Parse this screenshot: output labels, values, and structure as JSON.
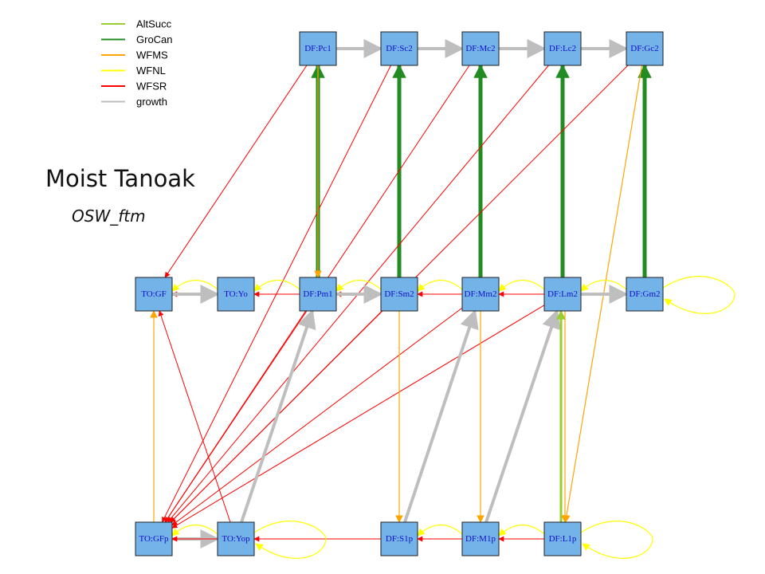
{
  "title": "Moist Tanoak",
  "subtitle": "OSW_ftm",
  "legend": [
    {
      "label": "AltSucc",
      "color": "#9acd32"
    },
    {
      "label": "GroCan",
      "color": "#228b22"
    },
    {
      "label": "WFMS",
      "color": "#ffa500"
    },
    {
      "label": "WFNL",
      "color": "#ffff00"
    },
    {
      "label": "WFSR",
      "color": "#ff0000"
    },
    {
      "label": "growth",
      "color": "#bebebe"
    }
  ],
  "nodes": [
    {
      "id": "pc1",
      "label": "DF:Pc1"
    },
    {
      "id": "sc2",
      "label": "DF:Sc2"
    },
    {
      "id": "mc2",
      "label": "DF:Mc2"
    },
    {
      "id": "lc2",
      "label": "DF:Lc2"
    },
    {
      "id": "gc2",
      "label": "DF:Gc2"
    },
    {
      "id": "gf",
      "label": "TO:GF"
    },
    {
      "id": "yo",
      "label": "TO:Yo"
    },
    {
      "id": "pm1",
      "label": "DF:Pm1"
    },
    {
      "id": "sm2",
      "label": "DF:Sm2"
    },
    {
      "id": "mm2",
      "label": "DF:Mm2"
    },
    {
      "id": "lm2",
      "label": "DF:Lm2"
    },
    {
      "id": "gm2",
      "label": "DF:Gm2"
    },
    {
      "id": "gfp",
      "label": "TO:GFp"
    },
    {
      "id": "yop",
      "label": "TO:Yop"
    },
    {
      "id": "s1p",
      "label": "DF:S1p"
    },
    {
      "id": "m1p",
      "label": "DF:M1p"
    },
    {
      "id": "l1p",
      "label": "DF:L1p"
    }
  ],
  "edges": [
    {
      "from": "pc1",
      "to": "sc2",
      "type": "growth"
    },
    {
      "from": "sc2",
      "to": "mc2",
      "type": "growth"
    },
    {
      "from": "mc2",
      "to": "lc2",
      "type": "growth"
    },
    {
      "from": "lc2",
      "to": "gc2",
      "type": "growth"
    },
    {
      "from": "pm1",
      "to": "pc1",
      "type": "GroCan"
    },
    {
      "from": "sm2",
      "to": "sc2",
      "type": "GroCan"
    },
    {
      "from": "mm2",
      "to": "mc2",
      "type": "GroCan"
    },
    {
      "from": "lm2",
      "to": "lc2",
      "type": "GroCan"
    },
    {
      "from": "gm2",
      "to": "gc2",
      "type": "GroCan"
    },
    {
      "from": "pc1",
      "to": "gf",
      "type": "WFSR"
    },
    {
      "from": "sc2",
      "to": "gfp",
      "type": "WFSR"
    },
    {
      "from": "mc2",
      "to": "gfp",
      "type": "WFSR"
    },
    {
      "from": "lc2",
      "to": "gfp",
      "type": "WFSR"
    },
    {
      "from": "gc2",
      "to": "gfp",
      "type": "WFSR"
    },
    {
      "from": "pc1",
      "to": "pm1",
      "type": "WFMS"
    },
    {
      "from": "gc2",
      "to": "l1p",
      "type": "WFMS"
    },
    {
      "from": "yo",
      "to": "gf",
      "type": "WFSR"
    },
    {
      "from": "pm1",
      "to": "yo",
      "type": "WFSR"
    },
    {
      "from": "sm2",
      "to": "pm1",
      "type": "WFSR"
    },
    {
      "from": "mm2",
      "to": "sm2",
      "type": "WFSR"
    },
    {
      "from": "lm2",
      "to": "mm2",
      "type": "WFSR"
    },
    {
      "from": "gf",
      "to": "yo",
      "type": "growth"
    },
    {
      "from": "pm1",
      "to": "sm2",
      "type": "growth"
    },
    {
      "from": "lm2",
      "to": "gm2",
      "type": "growth"
    },
    {
      "from": "yo",
      "to": "gf",
      "type": "WFNL"
    },
    {
      "from": "pm1",
      "to": "yo",
      "type": "WFNL"
    },
    {
      "from": "sm2",
      "to": "pm1",
      "type": "WFNL"
    },
    {
      "from": "mm2",
      "to": "sm2",
      "type": "WFNL"
    },
    {
      "from": "lm2",
      "to": "mm2",
      "type": "WFNL"
    },
    {
      "from": "gm2",
      "to": "lm2",
      "type": "WFNL"
    },
    {
      "from": "gm2",
      "to": "gm2",
      "type": "WFNL"
    },
    {
      "from": "gfp",
      "to": "gf",
      "type": "WFMS"
    },
    {
      "from": "yop",
      "to": "gf",
      "type": "WFSR"
    },
    {
      "from": "pm1",
      "to": "gfp",
      "type": "WFSR"
    },
    {
      "from": "sm2",
      "to": "gfp",
      "type": "WFSR"
    },
    {
      "from": "mm2",
      "to": "gfp",
      "type": "WFSR"
    },
    {
      "from": "lm2",
      "to": "gfp",
      "type": "WFSR"
    },
    {
      "from": "yop",
      "to": "pm1",
      "type": "growth"
    },
    {
      "from": "s1p",
      "to": "mm2",
      "type": "growth"
    },
    {
      "from": "m1p",
      "to": "lm2",
      "type": "growth"
    },
    {
      "from": "sm2",
      "to": "s1p",
      "type": "WFMS"
    },
    {
      "from": "mm2",
      "to": "m1p",
      "type": "WFMS"
    },
    {
      "from": "lm2",
      "to": "l1p",
      "type": "WFMS"
    },
    {
      "from": "l1p",
      "to": "lm2",
      "type": "AltSucc"
    },
    {
      "from": "gfp",
      "to": "yop",
      "type": "growth"
    },
    {
      "from": "yop",
      "to": "gfp",
      "type": "WFSR"
    },
    {
      "from": "s1p",
      "to": "yop",
      "type": "WFSR"
    },
    {
      "from": "m1p",
      "to": "s1p",
      "type": "WFSR"
    },
    {
      "from": "l1p",
      "to": "m1p",
      "type": "WFSR"
    },
    {
      "from": "yop",
      "to": "gfp",
      "type": "WFNL"
    },
    {
      "from": "yop",
      "to": "yop",
      "type": "WFNL"
    },
    {
      "from": "m1p",
      "to": "s1p",
      "type": "WFNL"
    },
    {
      "from": "l1p",
      "to": "m1p",
      "type": "WFNL"
    },
    {
      "from": "l1p",
      "to": "l1p",
      "type": "WFNL"
    }
  ]
}
